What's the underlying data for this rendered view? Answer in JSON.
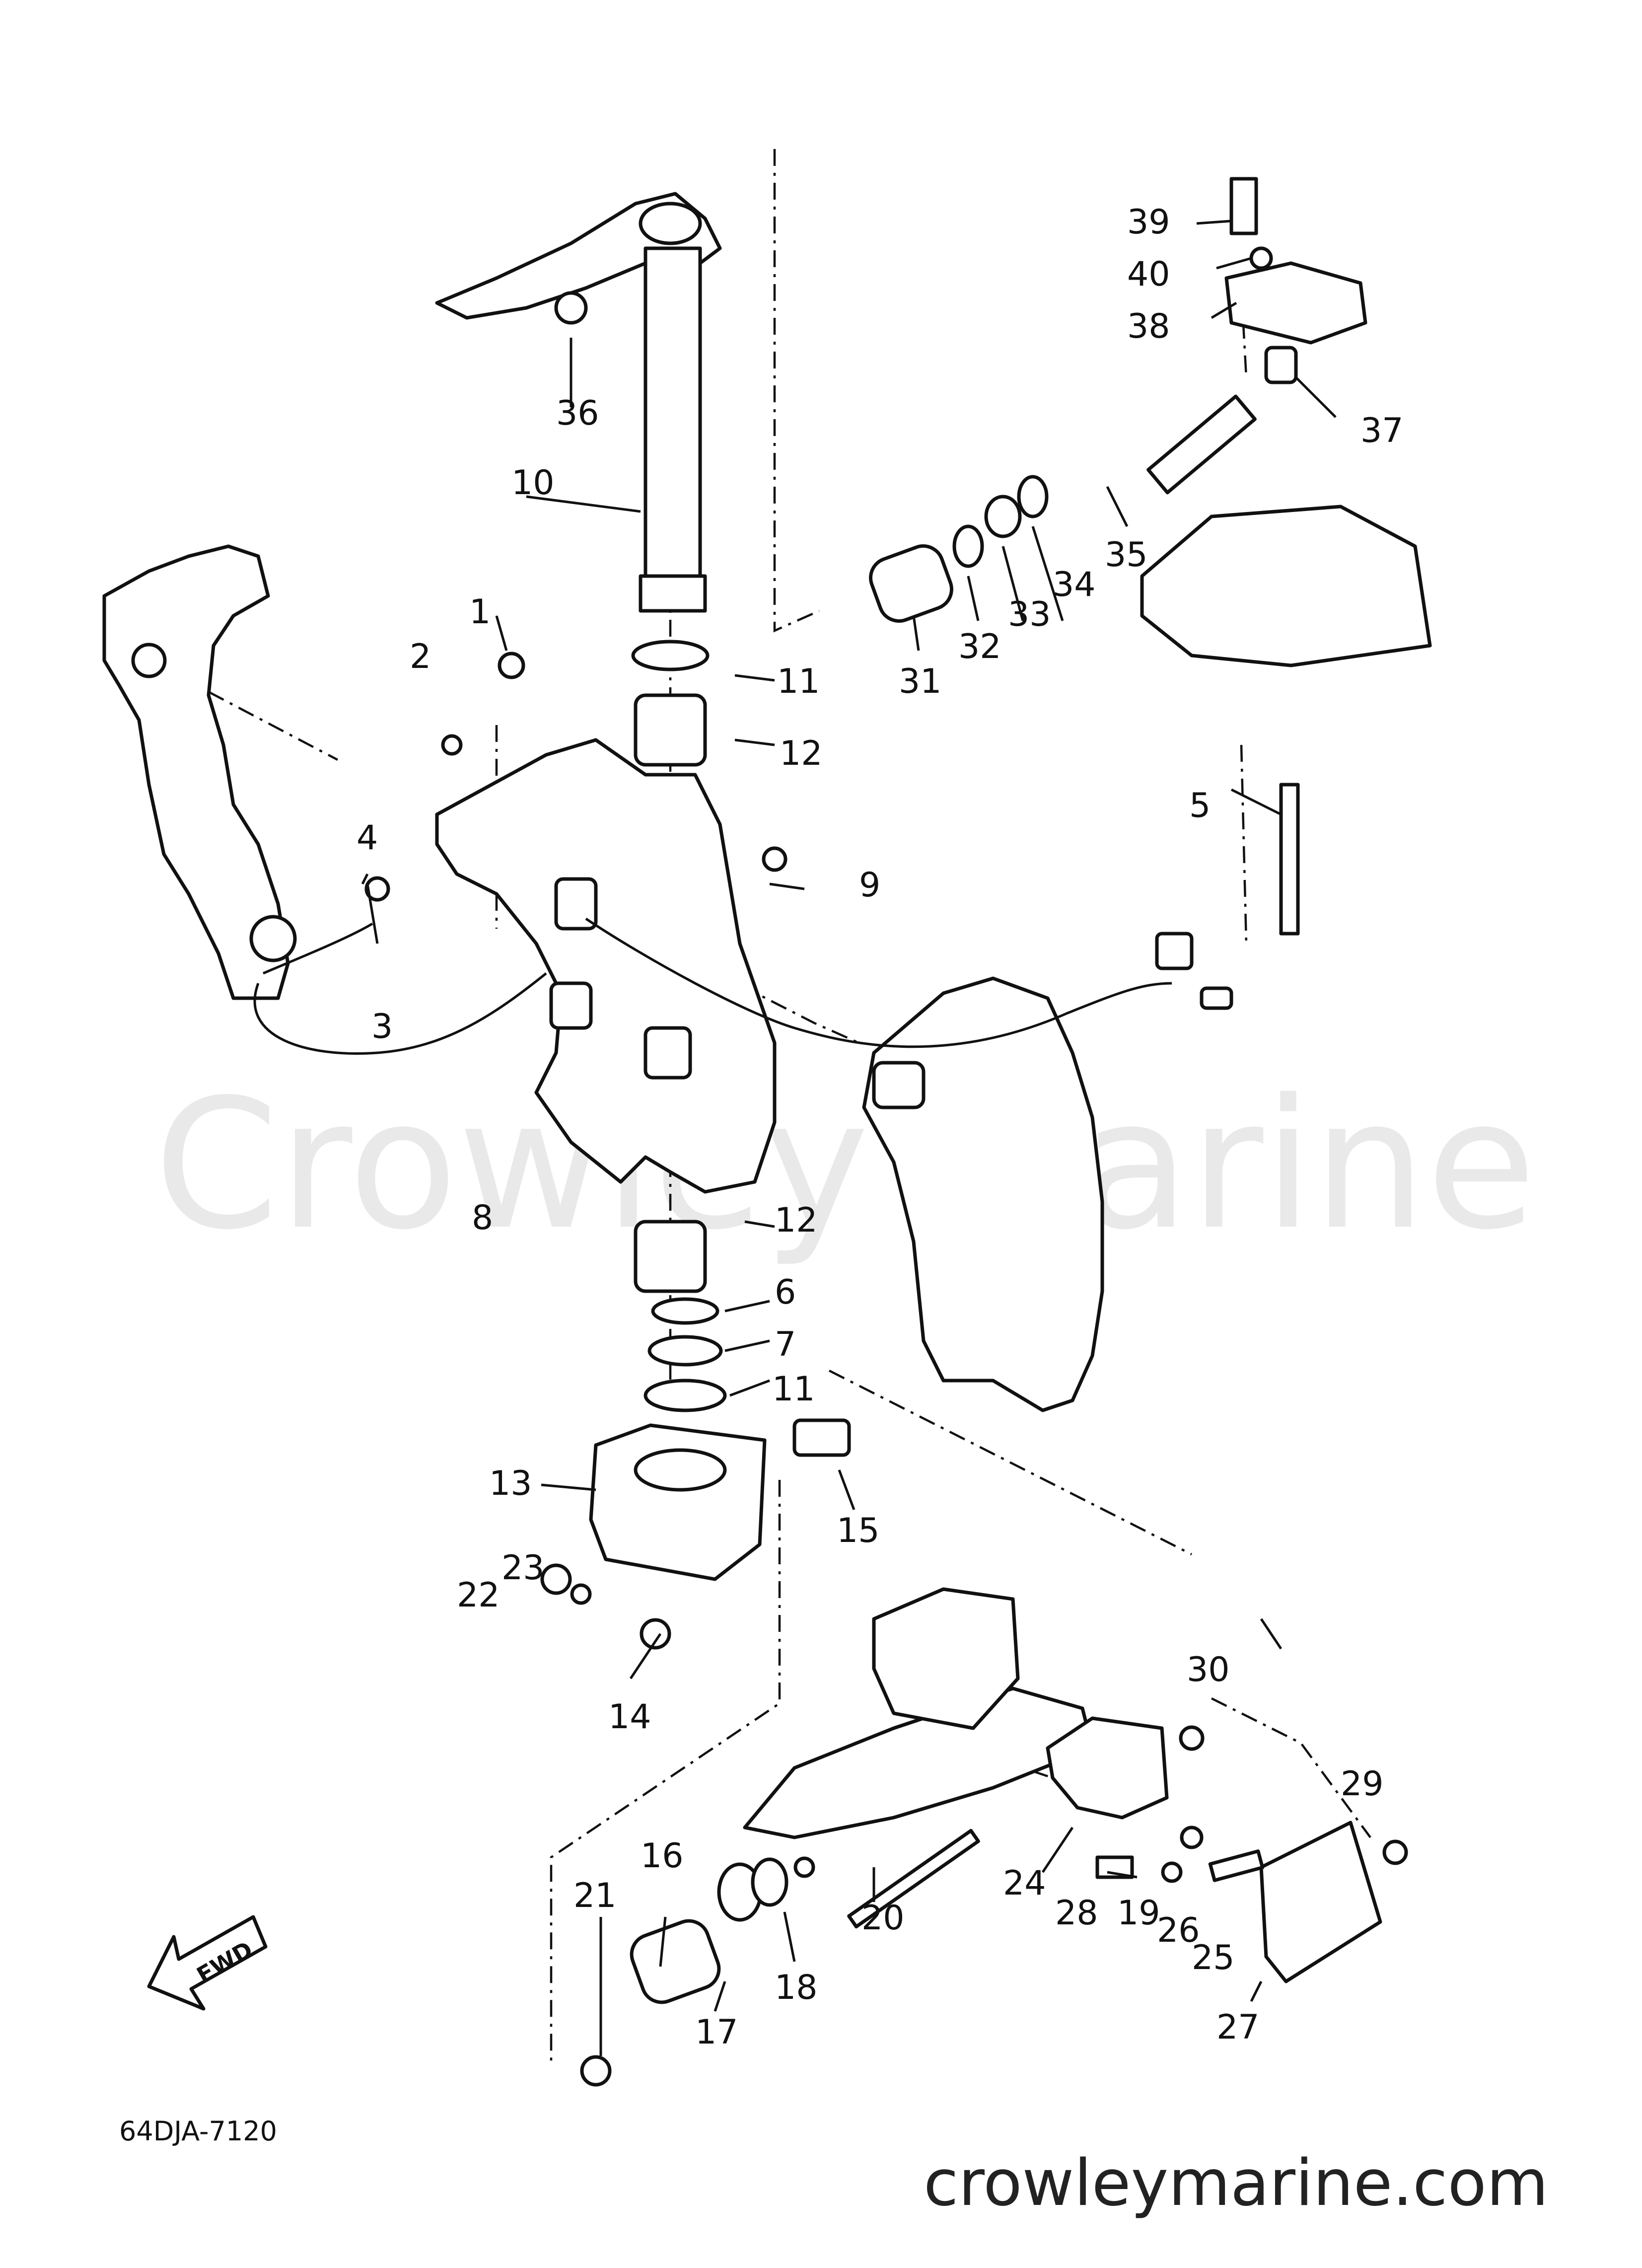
{
  "watermark": "Crowley Marine",
  "part_code": "64DJA-7120",
  "website": "crowleymarine.com",
  "fwd_label": "FWD",
  "callouts": [
    "1",
    "2",
    "3",
    "4",
    "5",
    "6",
    "7",
    "8",
    "9",
    "10",
    "11",
    "11",
    "12",
    "12",
    "13",
    "14",
    "15",
    "16",
    "17",
    "18",
    "19",
    "20",
    "21",
    "22",
    "23",
    "24",
    "25",
    "26",
    "27",
    "28",
    "29",
    "30",
    "31",
    "32",
    "33",
    "34",
    "35",
    "36",
    "37",
    "38",
    "39",
    "40"
  ]
}
